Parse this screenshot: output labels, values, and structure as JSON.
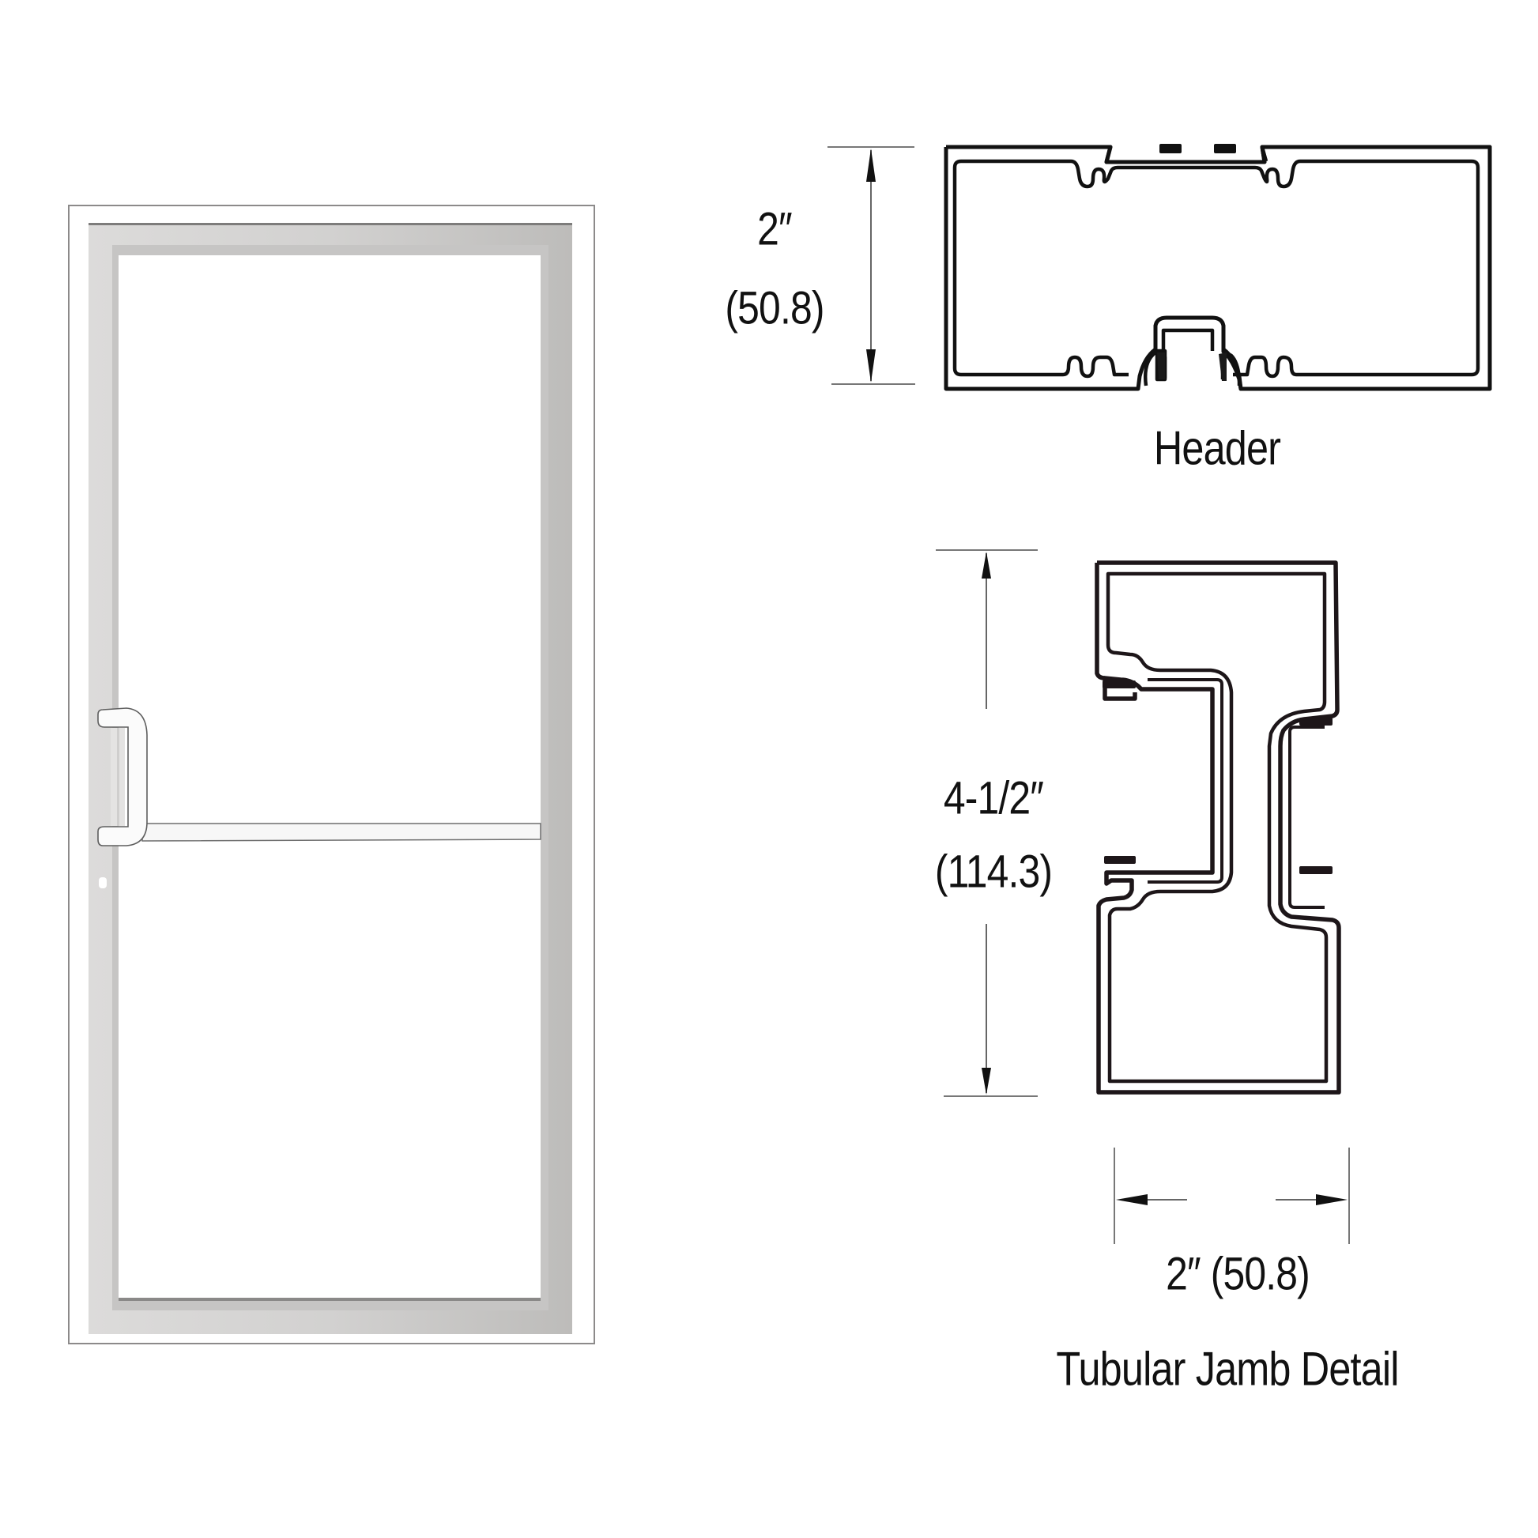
{
  "door_elevation": {
    "frame_color": "#d3d2d1",
    "frame_shadow_color": "#b9b8b6",
    "outline_color": "#7a7a7a",
    "glass_color": "#ffffff"
  },
  "header_detail": {
    "height_dim": {
      "imperial": "2″",
      "metric": "(50.8)"
    },
    "caption": "Header",
    "stroke_color": "#111111"
  },
  "jamb_detail": {
    "height_dim": {
      "imperial": "4-1/2″",
      "metric": "(114.3)"
    },
    "width_dim": {
      "label": "2″ (50.8)"
    },
    "caption": "Tubular Jamb Detail",
    "stroke_color": "#221a1e"
  }
}
